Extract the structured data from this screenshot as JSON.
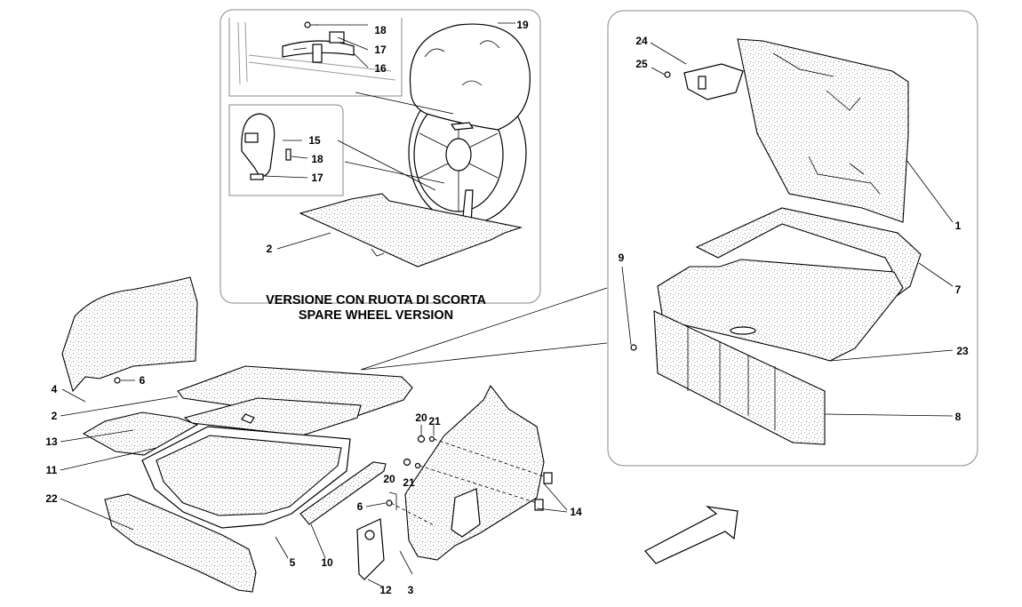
{
  "caption": {
    "line1": "VERSIONE CON RUOTA DI SCORTA",
    "line2": "SPARE WHEEL VERSION"
  },
  "labels": {
    "l1": "1",
    "l2a": "2",
    "l2b": "2",
    "l3": "3",
    "l4": "4",
    "l5": "5",
    "l6a": "6",
    "l6b": "6",
    "l7": "7",
    "l8": "8",
    "l9": "9",
    "l10": "10",
    "l11": "11",
    "l12": "12",
    "l13": "13",
    "l14": "14",
    "l15": "15",
    "l16": "16",
    "l17a": "17",
    "l17b": "17",
    "l18a": "18",
    "l18b": "18",
    "l19": "19",
    "l20a": "20",
    "l20b": "20",
    "l21a": "21",
    "l21b": "21",
    "l22": "22",
    "l23": "23",
    "l24": "24",
    "l25": "25"
  }
}
